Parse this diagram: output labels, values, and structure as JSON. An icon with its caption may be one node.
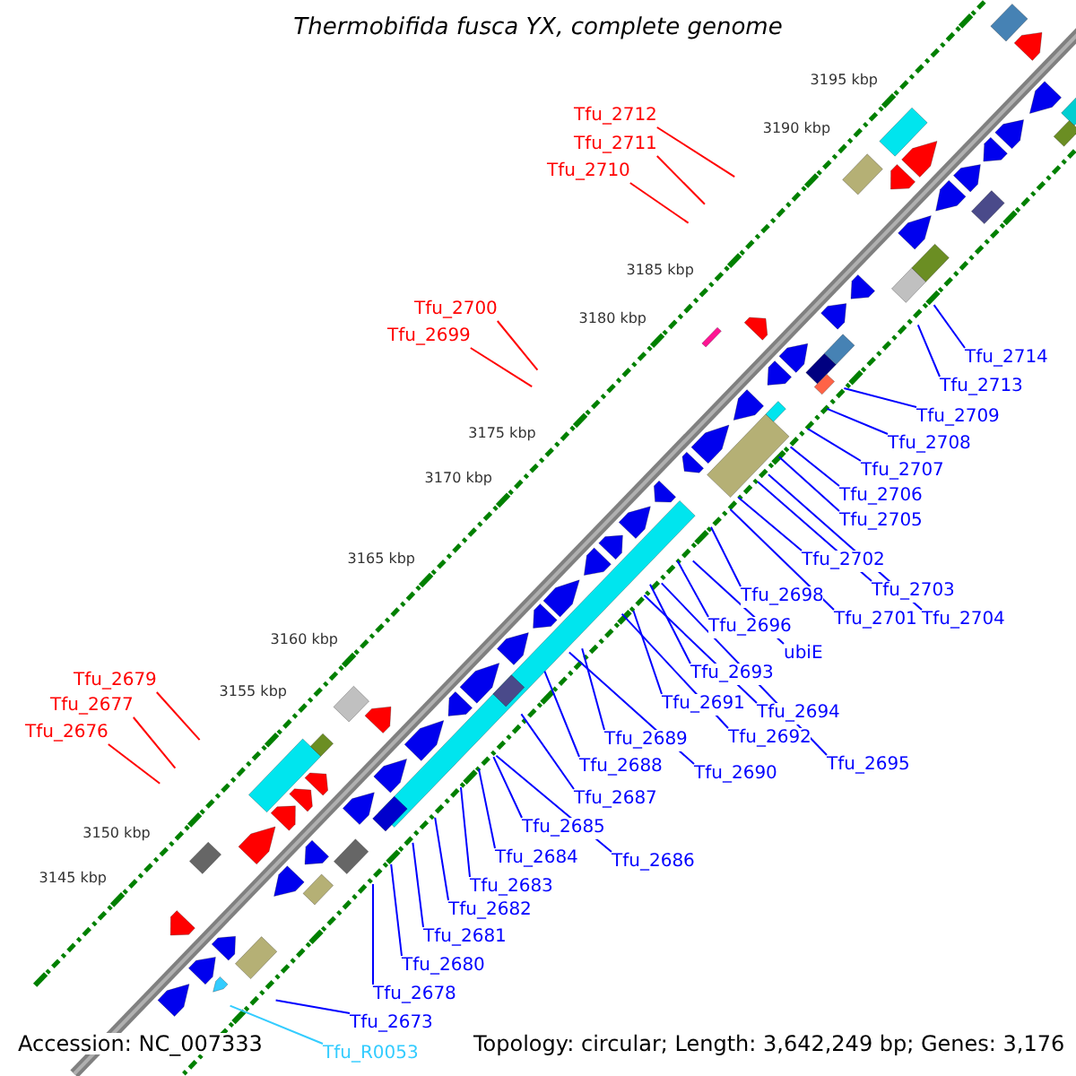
{
  "diagram": {
    "title": "Thermobifida fusca YX, complete genome",
    "nodes": [
      {
        "text": [
          "Tfu_2712"
        ]
      },
      {
        "text": [
          "Tfu_2711"
        ]
      },
      {
        "text": [
          "Tfu_2710"
        ]
      },
      {
        "text": [
          "Tfu_2700"
        ]
      },
      {
        "text": [
          "Tfu_2699"
        ]
      },
      {
        "text": [
          "Tfu_2714"
        ]
      },
      {
        "text": [
          "Tfu_2713"
        ]
      },
      {
        "text": [
          "Tfu_2709"
        ]
      },
      {
        "text": [
          "Tfu_2708"
        ]
      },
      {
        "text": [
          "Tfu_2707"
        ]
      },
      {
        "text": [
          "Tfu_2706"
        ]
      },
      {
        "text": [
          "Tfu_2705"
        ]
      },
      {
        "text": [
          "Tfu_2702"
        ]
      },
      {
        "text": [
          "Tfu_2703"
        ]
      },
      {
        "text": [
          "Tfu_2698"
        ]
      },
      {
        "text": [
          "Tfu_2701"
        ]
      },
      {
        "text": [
          "Tfu_2704"
        ]
      },
      {
        "text": [
          "Tfu_2696"
        ]
      },
      {
        "text": [
          "ubiE"
        ]
      },
      {
        "text": [
          "Tfu_2693"
        ]
      },
      {
        "text": [
          "Tfu_2679"
        ]
      },
      {
        "text": [
          "Tfu_2691"
        ]
      },
      {
        "text": [
          "Tfu_2677"
        ]
      },
      {
        "text": [
          "Tfu_2694"
        ]
      },
      {
        "text": [
          "Tfu_2676"
        ]
      },
      {
        "text": [
          "Tfu_2692"
        ]
      },
      {
        "text": [
          "Tfu_2689"
        ]
      },
      {
        "text": [
          "Tfu_2695"
        ]
      },
      {
        "text": [
          "Tfu_2688"
        ]
      },
      {
        "text": [
          "Tfu_2690"
        ]
      },
      {
        "text": [
          "Tfu_2687"
        ]
      },
      {
        "text": [
          "Tfu_2685"
        ]
      },
      {
        "text": [
          "Tfu_2686"
        ]
      },
      {
        "text": [
          "Tfu_2684"
        ]
      },
      {
        "text": [
          "Tfu_2683"
        ]
      },
      {
        "text": [
          "Tfu_2682"
        ]
      },
      {
        "text": [
          "Tfu_2681"
        ]
      },
      {
        "text": [
          "Tfu_2680"
        ]
      },
      {
        "text": [
          "Tfu_2678"
        ]
      },
      {
        "text": [
          "Tfu_2673"
        ]
      },
      {
        "text": [
          "Tfu_R0053"
        ]
      }
    ],
    "edges": [
      {
        "from": 0,
        "to": null,
        "arrow": "none",
        "color": "#ff0000"
      },
      {
        "from": 1,
        "to": null,
        "arrow": "none",
        "color": "#ff0000"
      },
      {
        "from": 2,
        "to": null,
        "arrow": "none",
        "color": "#ff0000"
      },
      {
        "from": 3,
        "to": null,
        "arrow": "none",
        "color": "#ff0000"
      },
      {
        "from": 4,
        "to": null,
        "arrow": "none",
        "color": "#ff0000"
      },
      {
        "from": 5,
        "to": null,
        "arrow": "none"
      },
      {
        "from": 6,
        "to": null,
        "arrow": "none"
      },
      {
        "from": 7,
        "to": null,
        "arrow": "none"
      },
      {
        "from": 8,
        "to": null,
        "arrow": "none"
      },
      {
        "from": 9,
        "to": null,
        "arrow": "none"
      },
      {
        "from": 10,
        "to": null,
        "arrow": "none"
      },
      {
        "from": 11,
        "to": null,
        "arrow": "none"
      },
      {
        "from": 12,
        "to": null,
        "arrow": "none"
      },
      {
        "from": 13,
        "to": null,
        "arrow": "none"
      },
      {
        "from": 14,
        "to": null,
        "arrow": "none"
      },
      {
        "from": 15,
        "to": null,
        "arrow": "none"
      },
      {
        "from": 16,
        "to": null,
        "arrow": "none"
      },
      {
        "from": 17,
        "to": null,
        "arrow": "none"
      },
      {
        "from": 18,
        "to": null,
        "arrow": "none"
      },
      {
        "from": 19,
        "to": null,
        "arrow": "none"
      },
      {
        "from": 20,
        "to": null,
        "arrow": "none",
        "color": "#ff0000"
      },
      {
        "from": 21,
        "to": null,
        "arrow": "none"
      },
      {
        "from": 22,
        "to": null,
        "arrow": "none",
        "color": "#ff0000"
      },
      {
        "from": 23,
        "to": null,
        "arrow": "none"
      },
      {
        "from": 24,
        "to": null,
        "arrow": "none",
        "color": "#ff0000"
      },
      {
        "from": 25,
        "to": null,
        "arrow": "none"
      },
      {
        "from": 26,
        "to": null,
        "arrow": "none"
      },
      {
        "from": 27,
        "to": null,
        "arrow": "none"
      },
      {
        "from": 28,
        "to": null,
        "arrow": "none"
      },
      {
        "from": 29,
        "to": null,
        "arrow": "none"
      },
      {
        "from": 30,
        "to": null,
        "arrow": "none"
      },
      {
        "from": 31,
        "to": null,
        "arrow": "none"
      },
      {
        "from": 32,
        "to": null,
        "arrow": "none"
      },
      {
        "from": 33,
        "to": null,
        "arrow": "none"
      },
      {
        "from": 34,
        "to": null,
        "arrow": "none"
      },
      {
        "from": 35,
        "to": null,
        "arrow": "none"
      },
      {
        "from": 36,
        "to": null,
        "arrow": "none"
      },
      {
        "from": 37,
        "to": null,
        "arrow": "none"
      },
      {
        "from": 38,
        "to": null,
        "arrow": "none"
      },
      {
        "from": 39,
        "to": null,
        "arrow": "none"
      },
      {
        "from": 40,
        "to": null,
        "arrow": "none",
        "color": "#33ccff"
      }
    ],
    "labels": [
      "3195 kbp",
      "3190 kbp",
      "3185 kbp",
      "3180 kbp",
      "3175 kbp",
      "3170 kbp",
      "3165 kbp",
      "3160 kbp",
      "3155 kbp",
      "3150 kbp",
      "3145 kbp",
      "Accession: NC_007333",
      "Topology: circular; Length: 3,642,249 bp; Genes: 3,176"
    ]
  }
}
